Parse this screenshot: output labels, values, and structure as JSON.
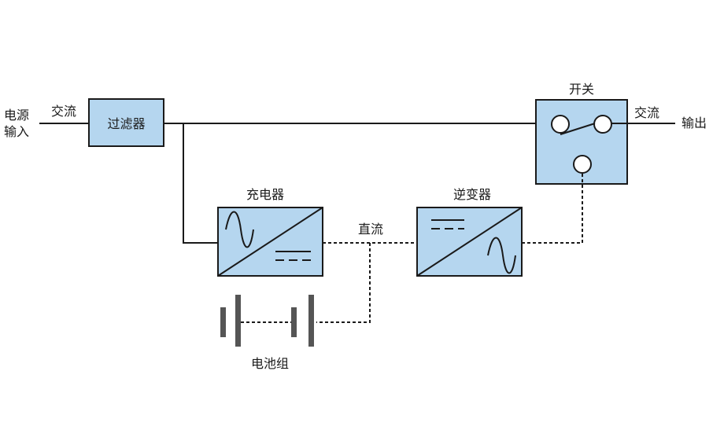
{
  "labels": {
    "power_input": "电源\n输入",
    "ac_in": "交流",
    "filter": "过滤器",
    "switch": "开关",
    "ac_out": "交流",
    "output": "输出",
    "charger": "充电器",
    "dc": "直流",
    "inverter": "逆变器",
    "battery": "电池组"
  },
  "colors": {
    "box_fill": "#b5d6ef",
    "line": "#1a1a1a",
    "battery_plate": "#555555"
  }
}
